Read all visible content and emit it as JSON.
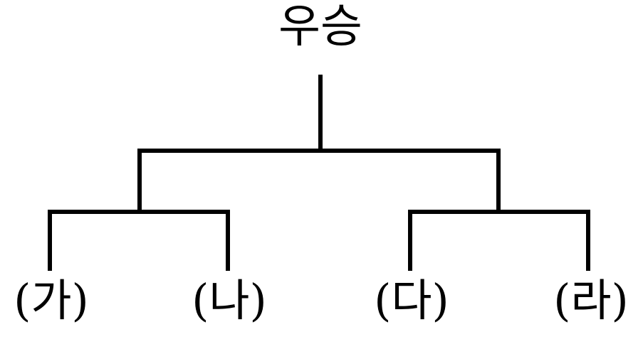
{
  "title": "우승",
  "teams": [
    "(가)",
    "(나)",
    "(다)",
    "(라)"
  ],
  "line_color": "#000000"
}
